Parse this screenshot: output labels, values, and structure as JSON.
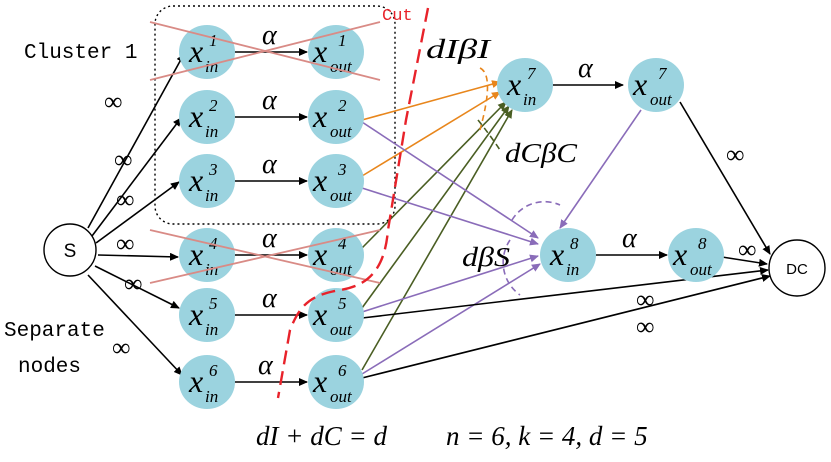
{
  "labels": {
    "cluster": "Cluster 1",
    "separate_line1": "Separate",
    "separate_line2": "nodes",
    "cut": "Cut",
    "source": "S",
    "sink": "DC",
    "alpha": "α",
    "inf": "∞",
    "base": "x",
    "sub_in": "in",
    "sub_out": "out",
    "dI_betaI": "dIβI",
    "dC_betaC": "dCβC",
    "d_betaS": "dβS",
    "eq_left": "dI + dC = d",
    "eq_right": "n = 6, k = 4, d = 5"
  },
  "nodes": [
    {
      "id": "x1in",
      "sup": "1",
      "sub": "in"
    },
    {
      "id": "x1out",
      "sup": "1",
      "sub": "out"
    },
    {
      "id": "x2in",
      "sup": "2",
      "sub": "in"
    },
    {
      "id": "x2out",
      "sup": "2",
      "sub": "out"
    },
    {
      "id": "x3in",
      "sup": "3",
      "sub": "in"
    },
    {
      "id": "x3out",
      "sup": "3",
      "sub": "out"
    },
    {
      "id": "x4in",
      "sup": "4",
      "sub": "in"
    },
    {
      "id": "x4out",
      "sup": "4",
      "sub": "out"
    },
    {
      "id": "x5in",
      "sup": "5",
      "sub": "in"
    },
    {
      "id": "x5out",
      "sup": "5",
      "sub": "out"
    },
    {
      "id": "x6in",
      "sup": "6",
      "sub": "in"
    },
    {
      "id": "x6out",
      "sup": "6",
      "sub": "out"
    },
    {
      "id": "x7in",
      "sup": "7",
      "sub": "in"
    },
    {
      "id": "x7out",
      "sup": "7",
      "sub": "out"
    },
    {
      "id": "x8in",
      "sup": "8",
      "sub": "in"
    },
    {
      "id": "x8out",
      "sup": "8",
      "sub": "out"
    }
  ],
  "colors": {
    "node_fill": "#9bd3df",
    "cut": "#e8222a",
    "cross_out": "#d98b86",
    "orange": "#e8861c",
    "purple": "#8a6cb9",
    "olive": "#4a5e23",
    "black": "#000000"
  }
}
